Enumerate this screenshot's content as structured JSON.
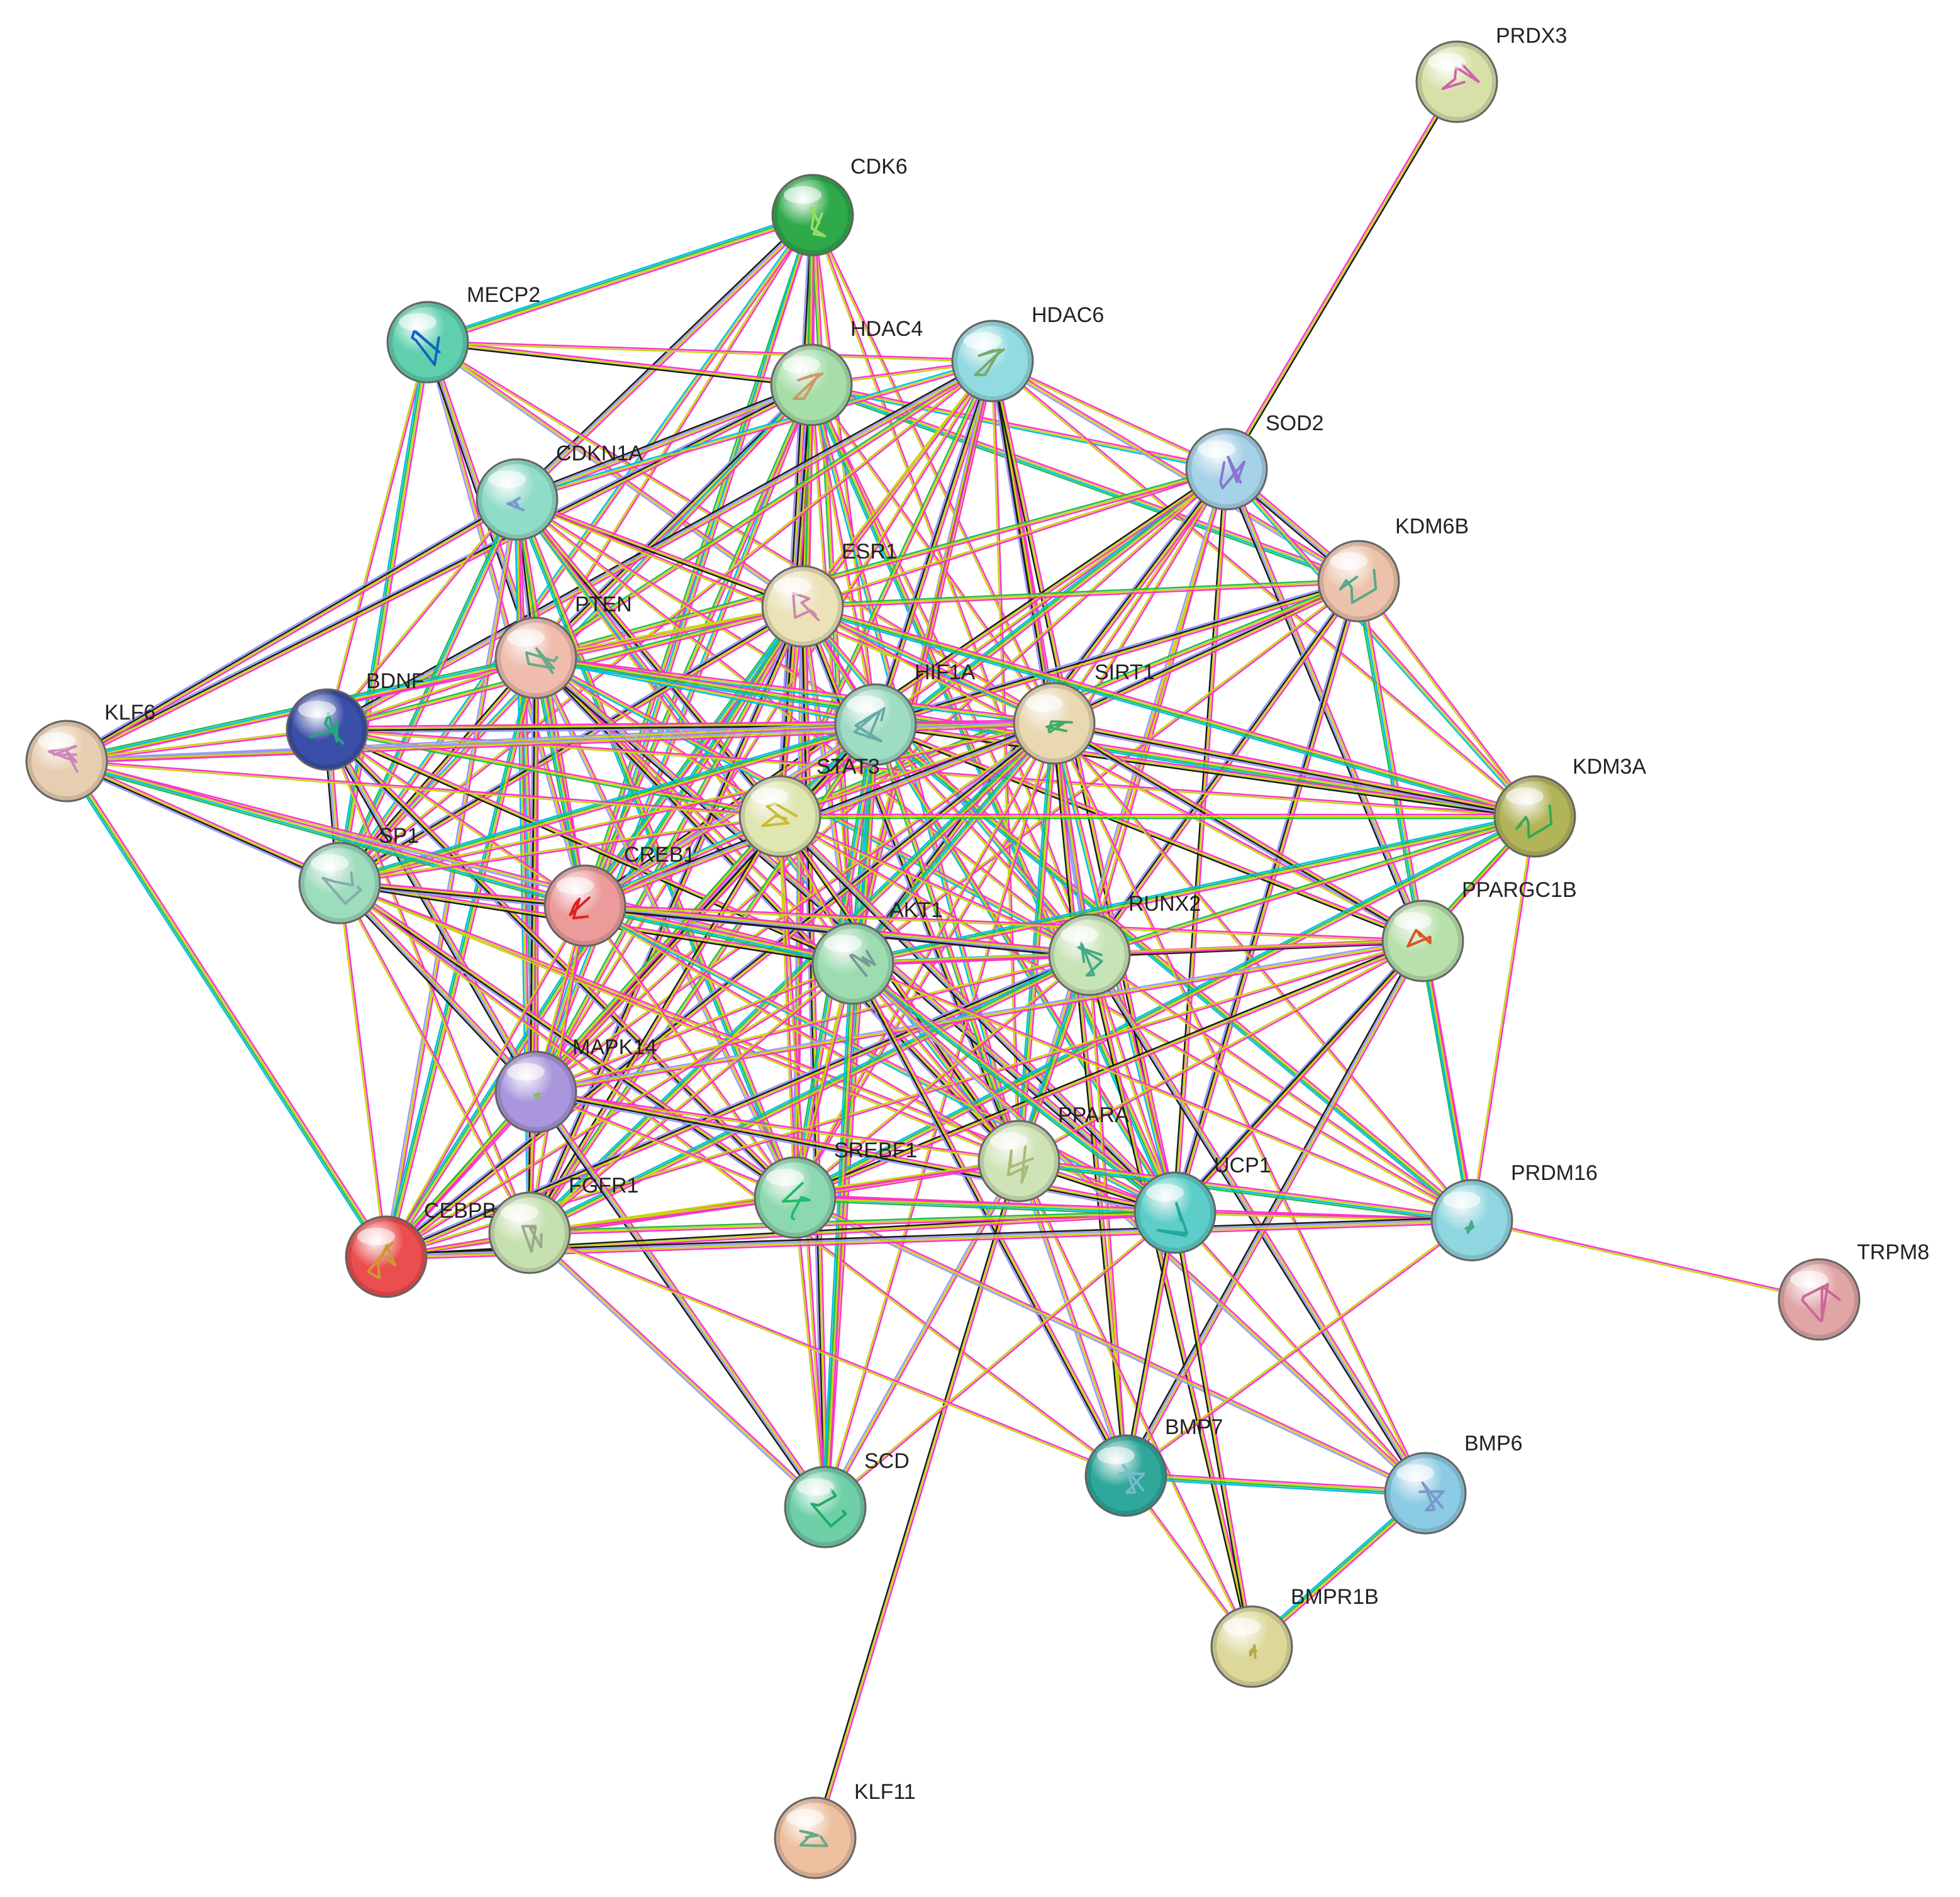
{
  "network": {
    "edge_colors": [
      "#ff33cc",
      "#c6d60f",
      "#1a1a1a",
      "#00bfe6",
      "#22bb55",
      "#9999ff"
    ],
    "nodes": [
      {
        "id": "PRDX3",
        "label": "PRDX3",
        "color": "#d6e0a8",
        "glyph": "#cc66aa"
      },
      {
        "id": "CDK6",
        "label": "CDK6",
        "color": "#2faa4a",
        "glyph": "#99dd66"
      },
      {
        "id": "MECP2",
        "label": "MECP2",
        "color": "#5fcfae",
        "glyph": "#1660c0"
      },
      {
        "id": "HDAC4",
        "label": "HDAC4",
        "color": "#a6deaa",
        "glyph": "#cc9966"
      },
      {
        "id": "HDAC6",
        "label": "HDAC6",
        "color": "#92dbe0",
        "glyph": "#77aa66"
      },
      {
        "id": "SOD2",
        "label": "SOD2",
        "color": "#a6d2e8",
        "glyph": "#8877cc"
      },
      {
        "id": "CDKN1A",
        "label": "CDKN1A",
        "color": "#8fdcc8",
        "glyph": "#7799cc"
      },
      {
        "id": "KDM6B",
        "label": "KDM6B",
        "color": "#ecc2aa",
        "glyph": "#55aa88"
      },
      {
        "id": "ESR1",
        "label": "ESR1",
        "color": "#ebe2b8",
        "glyph": "#cc88aa"
      },
      {
        "id": "PTEN",
        "label": "PTEN",
        "color": "#efbcae",
        "glyph": "#66aa88"
      },
      {
        "id": "BDNF",
        "label": "BDNF",
        "color": "#3b4fa8",
        "glyph": "#22aa77"
      },
      {
        "id": "HIF1A",
        "label": "HIF1A",
        "color": "#9edcc4",
        "glyph": "#66aaaa"
      },
      {
        "id": "SIRT1",
        "label": "SIRT1",
        "color": "#ead8b0",
        "glyph": "#44aa66"
      },
      {
        "id": "KLF6",
        "label": "KLF6",
        "color": "#e8ceb0",
        "glyph": "#cc88bb"
      },
      {
        "id": "STAT3",
        "label": "STAT3",
        "color": "#e0e6b0",
        "glyph": "#ccbb33"
      },
      {
        "id": "KDM3A",
        "label": "KDM3A",
        "color": "#b2b45a",
        "glyph": "#33aa55"
      },
      {
        "id": "SP1",
        "label": "SP1",
        "color": "#9ddcbc",
        "glyph": "#88aaaa"
      },
      {
        "id": "CREB1",
        "label": "CREB1",
        "color": "#ec9a9a",
        "glyph": "#dd2222"
      },
      {
        "id": "RUNX2",
        "label": "RUNX2",
        "color": "#c6e4b6",
        "glyph": "#44aa88"
      },
      {
        "id": "PPARGC1B",
        "label": "PPARGC1B",
        "color": "#b8e0ac",
        "glyph": "#dd5522"
      },
      {
        "id": "AKT1",
        "label": "AKT1",
        "color": "#9cdcb0",
        "glyph": "#779999"
      },
      {
        "id": "MAPK14",
        "label": "MAPK14",
        "color": "#a996dc",
        "glyph": "#88bb55"
      },
      {
        "id": "PPARA",
        "label": "PPARA",
        "color": "#cfe4b6",
        "glyph": "#aabb77"
      },
      {
        "id": "SREBF1",
        "label": "SREBF1",
        "color": "#8cd8b0",
        "glyph": "#22bb66"
      },
      {
        "id": "UCP1",
        "label": "UCP1",
        "color": "#5ccdc8",
        "glyph": "#22aa99"
      },
      {
        "id": "PRDM16",
        "label": "PRDM16",
        "color": "#8fd6e0",
        "glyph": "#44aa88"
      },
      {
        "id": "CEBPB",
        "label": "CEBPB",
        "color": "#ea4e4e",
        "glyph": "#cc9933"
      },
      {
        "id": "FGFR1",
        "label": "FGFR1",
        "color": "#c6e0b0",
        "glyph": "#99aa88"
      },
      {
        "id": "TRPM8",
        "label": "TRPM8",
        "color": "#e0a6a6",
        "glyph": "#cc6699"
      },
      {
        "id": "SCD",
        "label": "SCD",
        "color": "#6fcfa8",
        "glyph": "#22aa66"
      },
      {
        "id": "BMP7",
        "label": "BMP7",
        "color": "#2ea89a",
        "glyph": "#77bbcc"
      },
      {
        "id": "BMP6",
        "label": "BMP6",
        "color": "#8ccbe4",
        "glyph": "#7799cc"
      },
      {
        "id": "BMPR1B",
        "label": "BMPR1B",
        "color": "#dcd89a",
        "glyph": "#bbaa44"
      },
      {
        "id": "KLF11",
        "label": "KLF11",
        "color": "#eec0a0",
        "glyph": "#66aa88"
      }
    ],
    "edges": [
      [
        "SOD2",
        "PRDX3"
      ],
      [
        "CDK6",
        "HDAC4"
      ],
      [
        "CDK6",
        "CDKN1A"
      ],
      [
        "CDK6",
        "ESR1"
      ],
      [
        "CDK6",
        "HIF1A"
      ],
      [
        "CDK6",
        "STAT3"
      ],
      [
        "CDK6",
        "AKT1"
      ],
      [
        "CDK6",
        "PTEN"
      ],
      [
        "CDK6",
        "MECP2"
      ],
      [
        "CDK6",
        "SIRT1"
      ],
      [
        "CDK6",
        "RUNX2"
      ],
      [
        "CDK6",
        "SREBF1"
      ],
      [
        "CDK6",
        "CREB1"
      ],
      [
        "CDK6",
        "MAPK14"
      ],
      [
        "CDK6",
        "SP1"
      ],
      [
        "MECP2",
        "HDAC4"
      ],
      [
        "MECP2",
        "HDAC6"
      ],
      [
        "MECP2",
        "BDNF"
      ],
      [
        "MECP2",
        "SP1"
      ],
      [
        "MECP2",
        "CREB1"
      ],
      [
        "MECP2",
        "ESR1"
      ],
      [
        "MECP2",
        "PTEN"
      ],
      [
        "MECP2",
        "SIRT1"
      ],
      [
        "HDAC4",
        "HDAC6"
      ],
      [
        "HDAC4",
        "ESR1"
      ],
      [
        "HDAC4",
        "HIF1A"
      ],
      [
        "HDAC4",
        "SIRT1"
      ],
      [
        "HDAC4",
        "STAT3"
      ],
      [
        "HDAC4",
        "AKT1"
      ],
      [
        "HDAC4",
        "RUNX2"
      ],
      [
        "HDAC4",
        "CDKN1A"
      ],
      [
        "HDAC4",
        "SOD2"
      ],
      [
        "HDAC4",
        "PTEN"
      ],
      [
        "HDAC4",
        "SP1"
      ],
      [
        "HDAC4",
        "MAPK14"
      ],
      [
        "HDAC4",
        "SREBF1"
      ],
      [
        "HDAC4",
        "CREB1"
      ],
      [
        "HDAC4",
        "KLF6"
      ],
      [
        "HDAC4",
        "PPARA"
      ],
      [
        "HDAC4",
        "UCP1"
      ],
      [
        "HDAC4",
        "KDM6B"
      ],
      [
        "HDAC6",
        "HIF1A"
      ],
      [
        "HDAC6",
        "SIRT1"
      ],
      [
        "HDAC6",
        "ESR1"
      ],
      [
        "HDAC6",
        "STAT3"
      ],
      [
        "HDAC6",
        "AKT1"
      ],
      [
        "HDAC6",
        "SOD2"
      ],
      [
        "HDAC6",
        "KDM6B"
      ],
      [
        "HDAC6",
        "PTEN"
      ],
      [
        "HDAC6",
        "CDKN1A"
      ],
      [
        "HDAC6",
        "RUNX2"
      ],
      [
        "HDAC6",
        "MAPK14"
      ],
      [
        "HDAC6",
        "SP1"
      ],
      [
        "HDAC6",
        "CREB1"
      ],
      [
        "HDAC6",
        "BDNF"
      ],
      [
        "HDAC6",
        "PPARA"
      ],
      [
        "HDAC6",
        "SREBF1"
      ],
      [
        "HDAC6",
        "UCP1"
      ],
      [
        "HDAC6",
        "KDM3A"
      ],
      [
        "SOD2",
        "SIRT1"
      ],
      [
        "SOD2",
        "HIF1A"
      ],
      [
        "SOD2",
        "ESR1"
      ],
      [
        "SOD2",
        "AKT1"
      ],
      [
        "SOD2",
        "STAT3"
      ],
      [
        "SOD2",
        "KDM6B"
      ],
      [
        "SOD2",
        "UCP1"
      ],
      [
        "SOD2",
        "PPARA"
      ],
      [
        "SOD2",
        "SREBF1"
      ],
      [
        "SOD2",
        "RUNX2"
      ],
      [
        "SOD2",
        "PPARGC1B"
      ],
      [
        "SOD2",
        "KDM3A"
      ],
      [
        "SOD2",
        "MAPK14"
      ],
      [
        "SOD2",
        "PTEN"
      ],
      [
        "SOD2",
        "CREB1"
      ],
      [
        "CDKN1A",
        "ESR1"
      ],
      [
        "CDKN1A",
        "PTEN"
      ],
      [
        "CDKN1A",
        "HIF1A"
      ],
      [
        "CDKN1A",
        "STAT3"
      ],
      [
        "CDKN1A",
        "AKT1"
      ],
      [
        "CDKN1A",
        "SIRT1"
      ],
      [
        "CDKN1A",
        "SP1"
      ],
      [
        "CDKN1A",
        "CREB1"
      ],
      [
        "CDKN1A",
        "MAPK14"
      ],
      [
        "CDKN1A",
        "RUNX2"
      ],
      [
        "CDKN1A",
        "SREBF1"
      ],
      [
        "CDKN1A",
        "KLF6"
      ],
      [
        "CDKN1A",
        "CEBPB"
      ],
      [
        "CDKN1A",
        "FGFR1"
      ],
      [
        "CDKN1A",
        "BDNF"
      ],
      [
        "CDKN1A",
        "PPARA"
      ],
      [
        "KDM6B",
        "SIRT1"
      ],
      [
        "KDM6B",
        "HIF1A"
      ],
      [
        "KDM6B",
        "KDM3A"
      ],
      [
        "KDM6B",
        "STAT3"
      ],
      [
        "KDM6B",
        "ESR1"
      ],
      [
        "KDM6B",
        "RUNX2"
      ],
      [
        "KDM6B",
        "PRDM16"
      ],
      [
        "KDM6B",
        "UCP1"
      ],
      [
        "KDM6B",
        "AKT1"
      ],
      [
        "ESR1",
        "PTEN"
      ],
      [
        "ESR1",
        "HIF1A"
      ],
      [
        "ESR1",
        "SIRT1"
      ],
      [
        "ESR1",
        "STAT3"
      ],
      [
        "ESR1",
        "AKT1"
      ],
      [
        "ESR1",
        "BDNF"
      ],
      [
        "ESR1",
        "SP1"
      ],
      [
        "ESR1",
        "CREB1"
      ],
      [
        "ESR1",
        "MAPK14"
      ],
      [
        "ESR1",
        "RUNX2"
      ],
      [
        "ESR1",
        "SREBF1"
      ],
      [
        "ESR1",
        "PPARA"
      ],
      [
        "ESR1",
        "CEBPB"
      ],
      [
        "ESR1",
        "FGFR1"
      ],
      [
        "ESR1",
        "KLF6"
      ],
      [
        "ESR1",
        "UCP1"
      ],
      [
        "ESR1",
        "PPARGC1B"
      ],
      [
        "ESR1",
        "KDM3A"
      ],
      [
        "ESR1",
        "SCD"
      ],
      [
        "PTEN",
        "BDNF"
      ],
      [
        "PTEN",
        "HIF1A"
      ],
      [
        "PTEN",
        "SIRT1"
      ],
      [
        "PTEN",
        "STAT3"
      ],
      [
        "PTEN",
        "AKT1"
      ],
      [
        "PTEN",
        "SP1"
      ],
      [
        "PTEN",
        "CREB1"
      ],
      [
        "PTEN",
        "MAPK14"
      ],
      [
        "PTEN",
        "RUNX2"
      ],
      [
        "PTEN",
        "SREBF1"
      ],
      [
        "PTEN",
        "FGFR1"
      ],
      [
        "PTEN",
        "CEBPB"
      ],
      [
        "PTEN",
        "KLF6"
      ],
      [
        "PTEN",
        "PPARA"
      ],
      [
        "PTEN",
        "UCP1"
      ],
      [
        "PTEN",
        "KDM3A"
      ],
      [
        "BDNF",
        "KLF6"
      ],
      [
        "BDNF",
        "SP1"
      ],
      [
        "BDNF",
        "CREB1"
      ],
      [
        "BDNF",
        "STAT3"
      ],
      [
        "BDNF",
        "AKT1"
      ],
      [
        "BDNF",
        "HIF1A"
      ],
      [
        "BDNF",
        "SIRT1"
      ],
      [
        "BDNF",
        "MAPK14"
      ],
      [
        "BDNF",
        "FGFR1"
      ],
      [
        "BDNF",
        "SREBF1"
      ],
      [
        "BDNF",
        "KDM3A"
      ],
      [
        "HIF1A",
        "SIRT1"
      ],
      [
        "HIF1A",
        "STAT3"
      ],
      [
        "HIF1A",
        "AKT1"
      ],
      [
        "HIF1A",
        "RUNX2"
      ],
      [
        "HIF1A",
        "SP1"
      ],
      [
        "HIF1A",
        "CREB1"
      ],
      [
        "HIF1A",
        "MAPK14"
      ],
      [
        "HIF1A",
        "SREBF1"
      ],
      [
        "HIF1A",
        "PPARA"
      ],
      [
        "HIF1A",
        "UCP1"
      ],
      [
        "HIF1A",
        "PPARGC1B"
      ],
      [
        "HIF1A",
        "KDM3A"
      ],
      [
        "HIF1A",
        "FGFR1"
      ],
      [
        "HIF1A",
        "CEBPB"
      ],
      [
        "HIF1A",
        "SCD"
      ],
      [
        "HIF1A",
        "PRDM16"
      ],
      [
        "HIF1A",
        "KLF6"
      ],
      [
        "SIRT1",
        "STAT3"
      ],
      [
        "SIRT1",
        "AKT1"
      ],
      [
        "SIRT1",
        "RUNX2"
      ],
      [
        "SIRT1",
        "SP1"
      ],
      [
        "SIRT1",
        "CREB1"
      ],
      [
        "SIRT1",
        "MAPK14"
      ],
      [
        "SIRT1",
        "SREBF1"
      ],
      [
        "SIRT1",
        "PPARA"
      ],
      [
        "SIRT1",
        "UCP1"
      ],
      [
        "SIRT1",
        "PPARGC1B"
      ],
      [
        "SIRT1",
        "KDM3A"
      ],
      [
        "SIRT1",
        "PRDM16"
      ],
      [
        "SIRT1",
        "FGFR1"
      ],
      [
        "SIRT1",
        "CEBPB"
      ],
      [
        "SIRT1",
        "SCD"
      ],
      [
        "SIRT1",
        "BMP7"
      ],
      [
        "SIRT1",
        "BMP6"
      ],
      [
        "SIRT1",
        "KLF6"
      ],
      [
        "KLF6",
        "SP1"
      ],
      [
        "KLF6",
        "CEBPB"
      ],
      [
        "KLF6",
        "STAT3"
      ],
      [
        "KLF6",
        "AKT1"
      ],
      [
        "KLF6",
        "CREB1"
      ],
      [
        "STAT3",
        "AKT1"
      ],
      [
        "STAT3",
        "SP1"
      ],
      [
        "STAT3",
        "CREB1"
      ],
      [
        "STAT3",
        "MAPK14"
      ],
      [
        "STAT3",
        "RUNX2"
      ],
      [
        "STAT3",
        "SREBF1"
      ],
      [
        "STAT3",
        "PPARA"
      ],
      [
        "STAT3",
        "CEBPB"
      ],
      [
        "STAT3",
        "FGFR1"
      ],
      [
        "STAT3",
        "UCP1"
      ],
      [
        "STAT3",
        "KDM3A"
      ],
      [
        "STAT3",
        "SCD"
      ],
      [
        "STAT3",
        "PRDM16"
      ],
      [
        "KDM3A",
        "PPARGC1B"
      ],
      [
        "KDM3A",
        "PRDM16"
      ],
      [
        "KDM3A",
        "AKT1"
      ],
      [
        "KDM3A",
        "RUNX2"
      ],
      [
        "KDM3A",
        "UCP1"
      ],
      [
        "KDM3A",
        "SREBF1"
      ],
      [
        "SP1",
        "CREB1"
      ],
      [
        "SP1",
        "AKT1"
      ],
      [
        "SP1",
        "MAPK14"
      ],
      [
        "SP1",
        "SREBF1"
      ],
      [
        "SP1",
        "CEBPB"
      ],
      [
        "SP1",
        "FGFR1"
      ],
      [
        "SP1",
        "RUNX2"
      ],
      [
        "SP1",
        "PPARA"
      ],
      [
        "SP1",
        "UCP1"
      ],
      [
        "SP1",
        "BMP7"
      ],
      [
        "CREB1",
        "AKT1"
      ],
      [
        "CREB1",
        "MAPK14"
      ],
      [
        "CREB1",
        "SREBF1"
      ],
      [
        "CREB1",
        "CEBPB"
      ],
      [
        "CREB1",
        "FGFR1"
      ],
      [
        "CREB1",
        "RUNX2"
      ],
      [
        "CREB1",
        "PPARA"
      ],
      [
        "CREB1",
        "UCP1"
      ],
      [
        "CREB1",
        "PPARGC1B"
      ],
      [
        "RUNX2",
        "AKT1"
      ],
      [
        "RUNX2",
        "PPARGC1B"
      ],
      [
        "RUNX2",
        "PPARA"
      ],
      [
        "RUNX2",
        "UCP1"
      ],
      [
        "RUNX2",
        "SREBF1"
      ],
      [
        "RUNX2",
        "MAPK14"
      ],
      [
        "RUNX2",
        "CEBPB"
      ],
      [
        "RUNX2",
        "FGFR1"
      ],
      [
        "RUNX2",
        "BMP7"
      ],
      [
        "RUNX2",
        "BMP6"
      ],
      [
        "RUNX2",
        "BMPR1B"
      ],
      [
        "RUNX2",
        "PRDM16"
      ],
      [
        "PPARGC1B",
        "PPARA"
      ],
      [
        "PPARGC1B",
        "PRDM16"
      ],
      [
        "PPARGC1B",
        "UCP1"
      ],
      [
        "PPARGC1B",
        "SREBF1"
      ],
      [
        "PPARGC1B",
        "AKT1"
      ],
      [
        "PPARGC1B",
        "MAPK14"
      ],
      [
        "PPARGC1B",
        "CEBPB"
      ],
      [
        "PPARGC1B",
        "BMP7"
      ],
      [
        "AKT1",
        "MAPK14"
      ],
      [
        "AKT1",
        "SREBF1"
      ],
      [
        "AKT1",
        "PPARA"
      ],
      [
        "AKT1",
        "UCP1"
      ],
      [
        "AKT1",
        "FGFR1"
      ],
      [
        "AKT1",
        "CEBPB"
      ],
      [
        "AKT1",
        "SCD"
      ],
      [
        "AKT1",
        "BMP7"
      ],
      [
        "AKT1",
        "BMP6"
      ],
      [
        "AKT1",
        "PRDM16"
      ],
      [
        "MAPK14",
        "SREBF1"
      ],
      [
        "MAPK14",
        "PPARA"
      ],
      [
        "MAPK14",
        "CEBPB"
      ],
      [
        "MAPK14",
        "FGFR1"
      ],
      [
        "MAPK14",
        "UCP1"
      ],
      [
        "MAPK14",
        "SCD"
      ],
      [
        "PPARA",
        "SREBF1"
      ],
      [
        "PPARA",
        "UCP1"
      ],
      [
        "PPARA",
        "PRDM16"
      ],
      [
        "PPARA",
        "CEBPB"
      ],
      [
        "PPARA",
        "FGFR1"
      ],
      [
        "PPARA",
        "SCD"
      ],
      [
        "PPARA",
        "BMP7"
      ],
      [
        "PPARA",
        "BMPR1B"
      ],
      [
        "PPARA",
        "KLF11"
      ],
      [
        "SREBF1",
        "UCP1"
      ],
      [
        "SREBF1",
        "SCD"
      ],
      [
        "SREBF1",
        "CEBPB"
      ],
      [
        "SREBF1",
        "FGFR1"
      ],
      [
        "SREBF1",
        "PRDM16"
      ],
      [
        "SREBF1",
        "BMP6"
      ],
      [
        "UCP1",
        "PRDM16"
      ],
      [
        "UCP1",
        "BMP7"
      ],
      [
        "UCP1",
        "BMP6"
      ],
      [
        "UCP1",
        "BMPR1B"
      ],
      [
        "UCP1",
        "CEBPB"
      ],
      [
        "UCP1",
        "FGFR1"
      ],
      [
        "UCP1",
        "SCD"
      ],
      [
        "PRDM16",
        "TRPM8"
      ],
      [
        "PRDM16",
        "BMP7"
      ],
      [
        "PRDM16",
        "CEBPB"
      ],
      [
        "CEBPB",
        "FGFR1"
      ],
      [
        "FGFR1",
        "BMP7"
      ],
      [
        "FGFR1",
        "SCD"
      ],
      [
        "BMP7",
        "BMPR1B"
      ],
      [
        "BMP6",
        "BMPR1B"
      ],
      [
        "BMP7",
        "BMP6"
      ]
    ]
  }
}
